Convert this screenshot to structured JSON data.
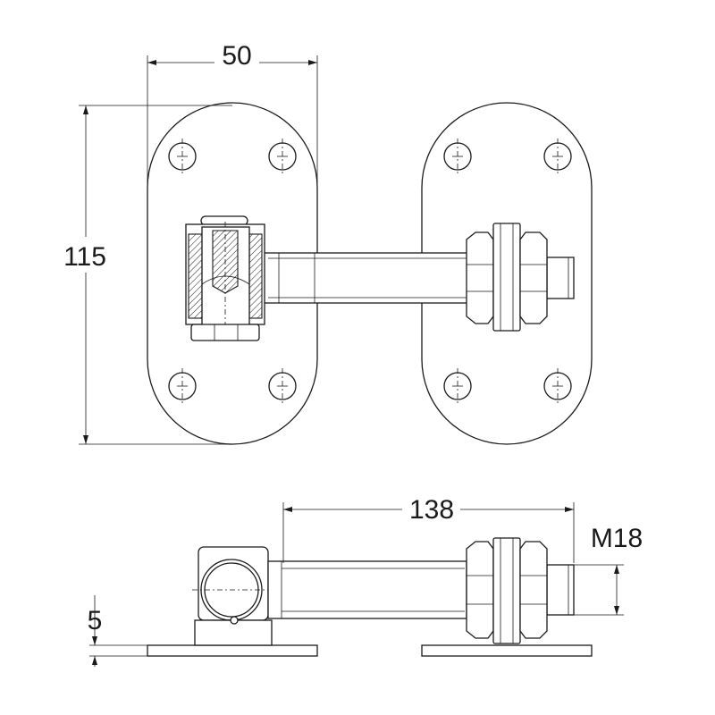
{
  "dimensions": {
    "plate_width": "50",
    "plate_height": "115",
    "pin_length": "138",
    "thread_size": "M18",
    "plate_thickness": "5"
  }
}
